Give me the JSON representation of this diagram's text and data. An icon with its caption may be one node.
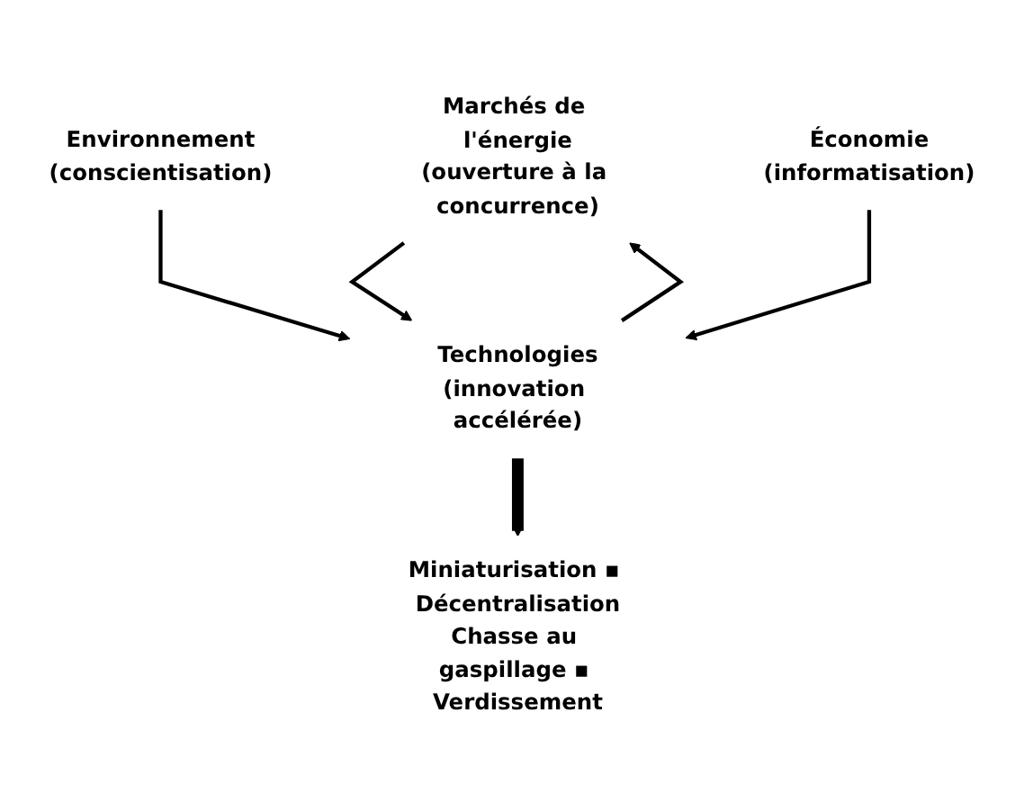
{
  "diagram": {
    "nodes": [
      {
        "text": [
          "Marchés de l'énergie",
          "(ouverture à la concurrence)"
        ]
      },
      {
        "text": [
          "Environnement",
          "(conscientisation)"
        ]
      },
      {
        "text": [
          "Économie",
          "(informatisation)"
        ]
      },
      {
        "text": [
          "Technologies",
          "(innovation accélérée)"
        ]
      },
      {
        "text": [
          "Miniaturisation ▪ Décentralisation",
          "Chasse au gaspillage ▪ Verdissement"
        ]
      }
    ],
    "edges": [
      {
        "from": 0,
        "to": 3,
        "arrow": "to"
      },
      {
        "from": 3,
        "to": 0,
        "arrow": "to"
      },
      {
        "from": 1,
        "to": 3,
        "arrow": "to"
      },
      {
        "from": 2,
        "to": 3,
        "arrow": "to"
      },
      {
        "from": 3,
        "to": 4,
        "arrow": "to",
        "style": "thick"
      }
    ]
  }
}
